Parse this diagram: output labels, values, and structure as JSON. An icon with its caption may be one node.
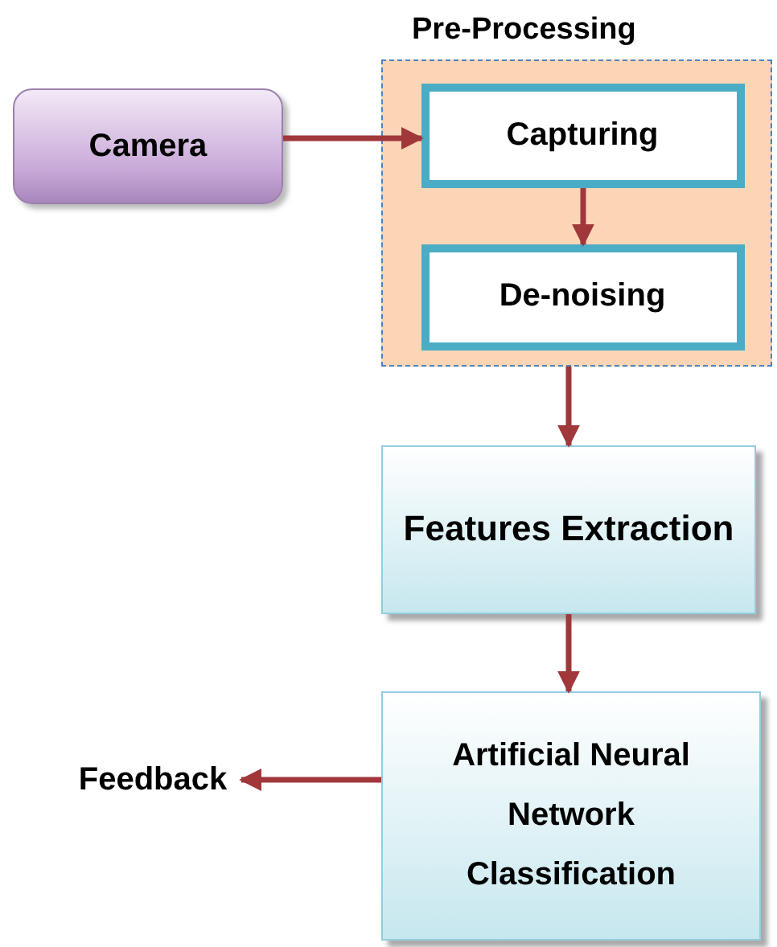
{
  "diagram": {
    "nodes": [
      {
        "text": [
          "Pre-Processing"
        ]
      },
      {
        "text": [
          "Camera"
        ]
      },
      {
        "text": [
          "Capturing"
        ],
        "in": 0
      },
      {
        "text": [
          "De-noising"
        ],
        "in": 0
      },
      {
        "text": [
          "Features Extraction"
        ]
      },
      {
        "text": [
          "Artificial Neural Network Classification"
        ]
      },
      {
        "text": [
          "Feedback"
        ]
      }
    ],
    "edges": [
      {
        "from": 1,
        "to": 2,
        "arrow": "to"
      },
      {
        "from": 2,
        "to": 3,
        "arrow": "to"
      },
      {
        "from": 0,
        "to": 4,
        "arrow": "to"
      },
      {
        "from": 4,
        "to": 5,
        "arrow": "to"
      },
      {
        "from": 5,
        "to": 6,
        "arrow": "to"
      }
    ]
  }
}
